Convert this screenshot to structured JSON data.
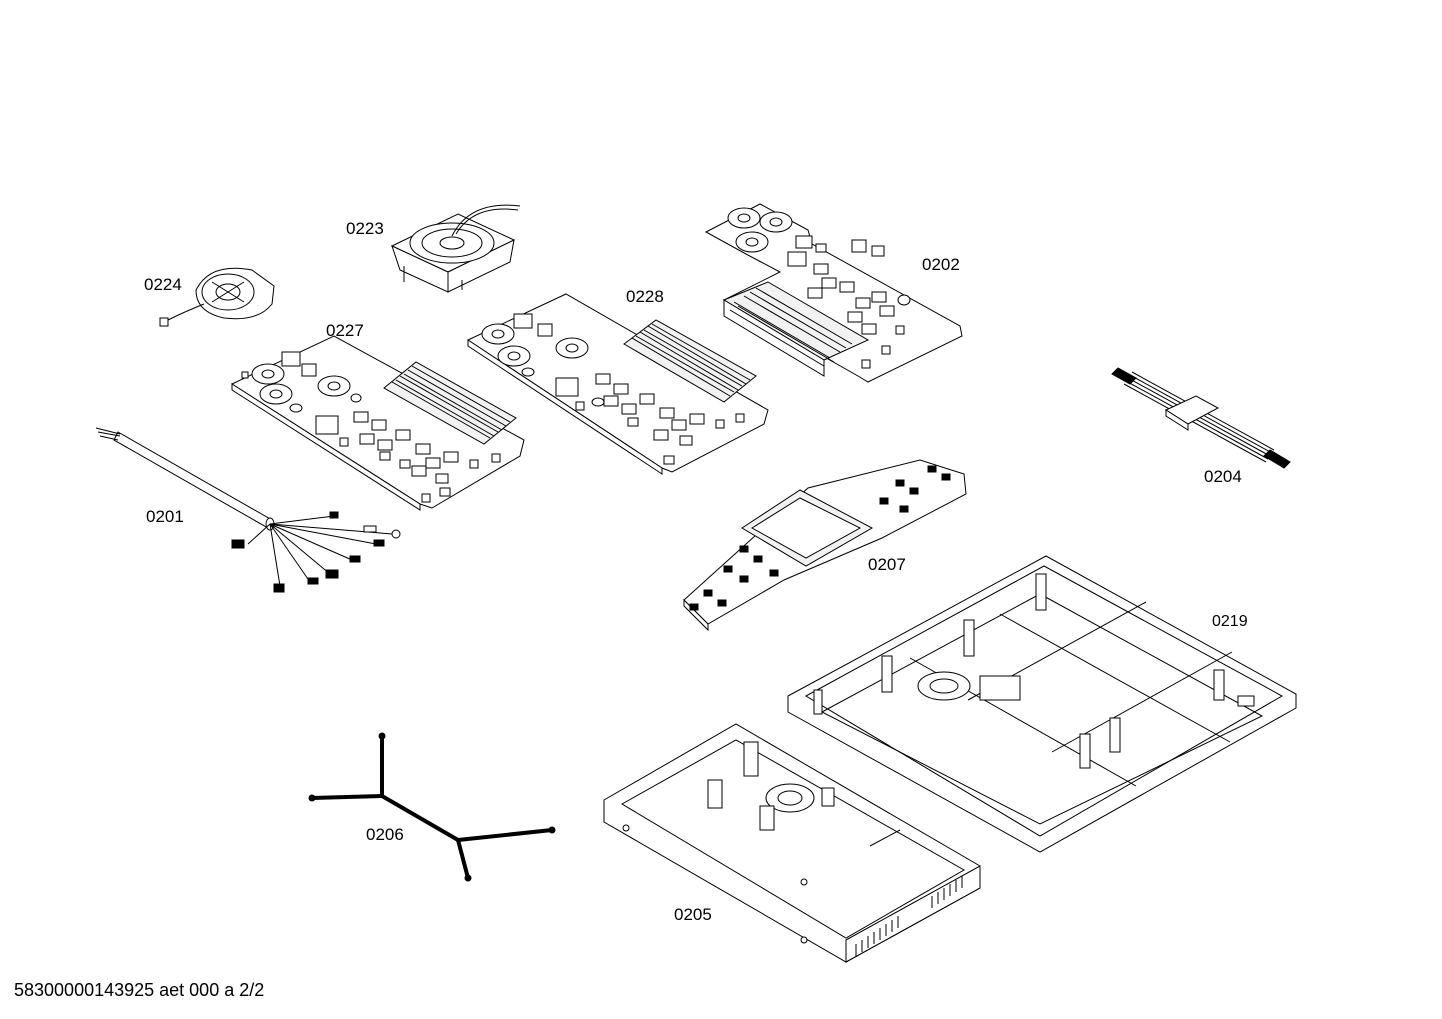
{
  "parts": [
    {
      "id": "p0223",
      "label": "0223"
    },
    {
      "id": "p0224",
      "label": "0224"
    },
    {
      "id": "p0227",
      "label": "0227"
    },
    {
      "id": "p0228",
      "label": "0228"
    },
    {
      "id": "p0202",
      "label": "0202"
    },
    {
      "id": "p0204",
      "label": "0204"
    },
    {
      "id": "p0201",
      "label": "0201"
    },
    {
      "id": "p0207",
      "label": "0207"
    },
    {
      "id": "p0219",
      "label": "0219"
    },
    {
      "id": "p0206",
      "label": "0206"
    },
    {
      "id": "p0205",
      "label": "0205"
    }
  ],
  "footer": "58300000143925 aet 000 a 2/2"
}
